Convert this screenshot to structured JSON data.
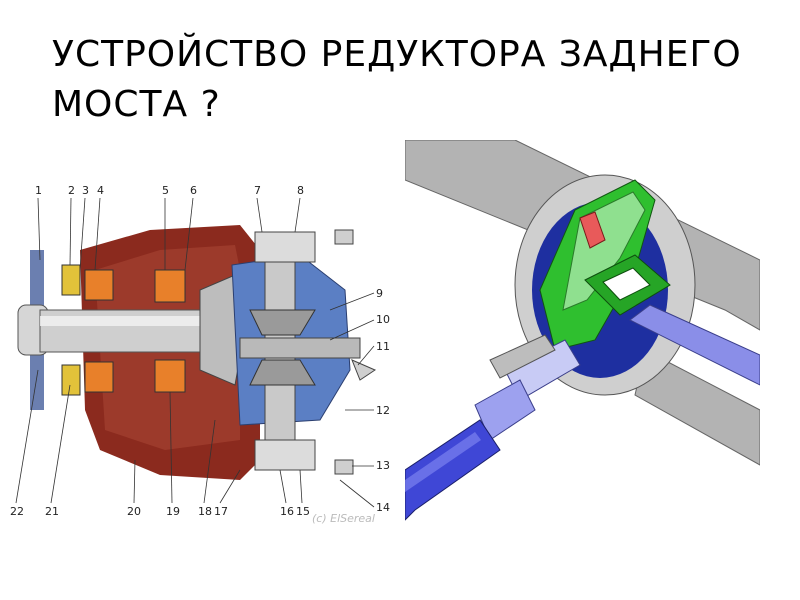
{
  "slide": {
    "title_line1": "УСТРОЙСТВО РЕДУКТОРА ЗАДНЕГО",
    "title_line2": "МОСТА ?"
  },
  "left_figure": {
    "callouts_top": [
      "1",
      "2",
      "3",
      "4",
      "5",
      "6",
      "7",
      "8"
    ],
    "callouts_right": [
      "9",
      "10",
      "11",
      "12",
      "13",
      "14"
    ],
    "callouts_bottom": [
      "22",
      "21",
      "20",
      "19",
      "18",
      "17",
      "16",
      "15"
    ],
    "watermark": "(c) ElSereal"
  },
  "colors": {
    "housing": "#8b2a1e",
    "steel": "#c8c8c8",
    "bearing": "#e8802a",
    "carrier": "#5b7fc4",
    "gear_green": "#2fbf2f",
    "shaft_violet": "#8a8ee8",
    "axle_grey": "#b0b0b0"
  }
}
